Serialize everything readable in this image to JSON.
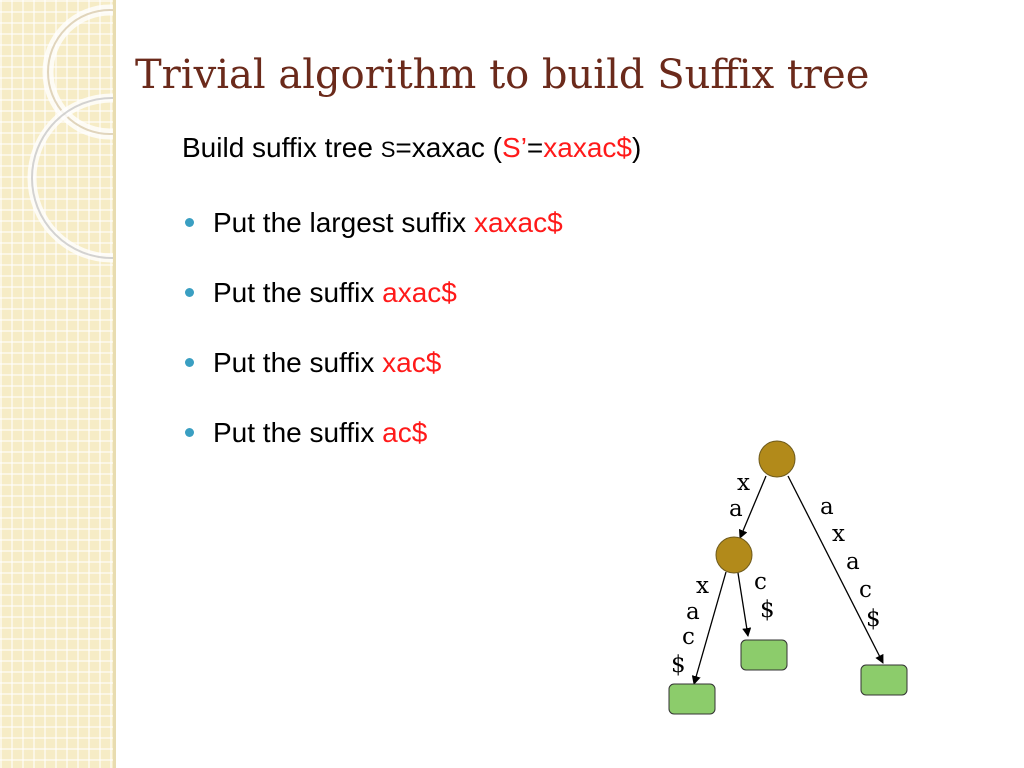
{
  "slide": {
    "title": "Trivial algorithm to build Suffix tree",
    "intro": {
      "prefix": "Build suffix tree ",
      "s_var": "S",
      "eq": "=",
      "s_value": "xaxac",
      "open_paren": " (",
      "s_prime": "S’",
      "eq2": "=",
      "s_prime_value": "xaxac$",
      "close_paren": ")"
    },
    "bullets": [
      {
        "text": "Put the largest suffix ",
        "highlight": "xaxac$"
      },
      {
        "text": "Put the suffix ",
        "highlight": "axac$"
      },
      {
        "text": "Put the suffix ",
        "highlight": "xac$"
      },
      {
        "text": "Put the suffix ",
        "highlight": "ac$"
      }
    ]
  },
  "tree": {
    "edge_root_internal": [
      "x",
      "a"
    ],
    "edge_root_leaf": [
      "a",
      "x",
      "a",
      "c",
      "$"
    ],
    "edge_internal_left_leaf": [
      "x",
      "a",
      "c",
      "$"
    ],
    "edge_internal_mid_leaf": [
      "c",
      "$"
    ]
  },
  "colors": {
    "title": "#6b2a1b",
    "highlight": "#ff1a1a",
    "bullet": "#3a9fc2",
    "internal_node": "#b28a1a",
    "leaf_node": "#8ccc6b"
  }
}
